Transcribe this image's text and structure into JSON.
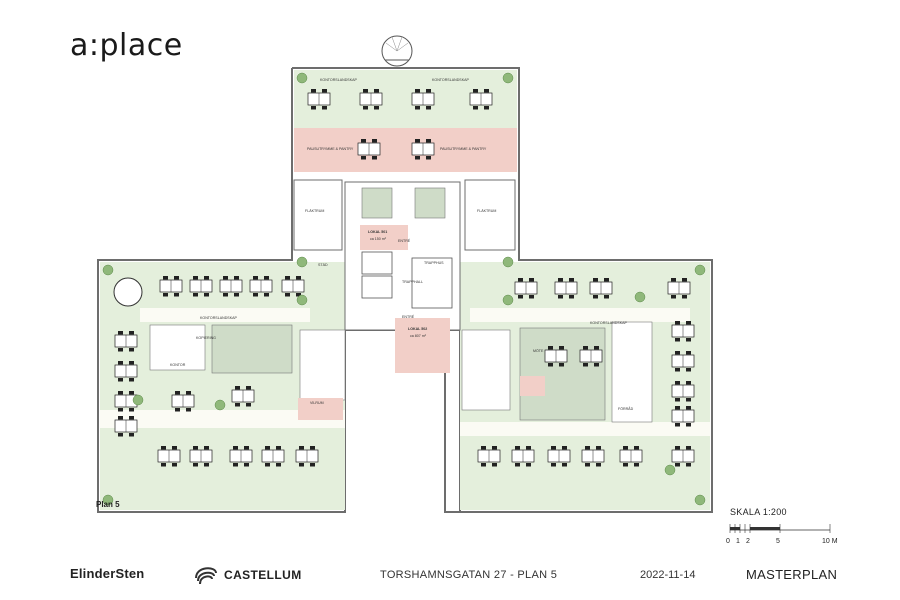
{
  "logo": "a:place",
  "plan_label": "Plan 5",
  "footer": {
    "company": "ElinderSten",
    "client": "CASTELLUM",
    "address": "TORSHAMNSGATAN 27 - PLAN 5",
    "date": "2022-11-14",
    "doc_type": "MASTERPLAN"
  },
  "scale": {
    "label": "SKALA 1:200",
    "ticks": [
      "0",
      "1",
      "2",
      "5",
      "10 M"
    ]
  },
  "rooms": {
    "office_landscape_1": "KONTORSLANDSKAP",
    "office_landscape_2": "KONTORSLANDSKAP",
    "break_pantry_1": "PAUSUTRYMME & PANTRY",
    "break_pantry_2": "PAUSUTRYMME & PANTRY",
    "lab_1": "FLÄKTRUM",
    "lab_2": "FLÄKTRUM",
    "premises_501": "LOKAL 501",
    "premises_501_area": "ca 150 m²",
    "premises_502": "LOKAL 502",
    "premises_502_area": "ca 807 m²",
    "entrance_1": "ENTRÉ",
    "entrance_2": "ENTRÉ",
    "stairwell": "TRAPPHALL",
    "stairs": "TRAPPHUS",
    "office_landscape_w": "KONTORSLANDSKAP",
    "office_landscape_e": "KONTORSLANDSKAP",
    "meeting_rooms": "MÖTE",
    "reception": "KONTOR",
    "storage": "STÄD",
    "visit": "VILRUM",
    "copy": "KOPIERING",
    "focus": "FÖRRÅD"
  },
  "colors": {
    "office": "#e4efdc",
    "pantry": "#f2cfc8",
    "meeting": "#cfdcc8",
    "core": "#ffffff",
    "wall": "#6d6d6d",
    "furniture": "#222222",
    "tree": "#8fb87a"
  }
}
